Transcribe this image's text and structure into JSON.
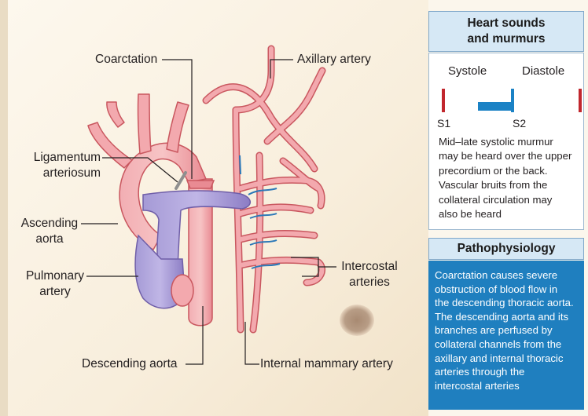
{
  "colors": {
    "aorta": "#ef9ea6",
    "aorta_stroke": "#c9575f",
    "pulmonary": "#9d8fd0",
    "pulmonary_stroke": "#6f5ea8",
    "flow_arrow": "#2b78b8",
    "panel_header_bg": "#d6e8f5",
    "panel_blue": "#1f7fbf",
    "heart_sound_mark": "#c1272d",
    "murmur": "#1b82c5",
    "skin": "#fbf6ec"
  },
  "labels": {
    "coarctation": "Coarctation",
    "axillary_artery": "Axillary artery",
    "ligamentum": [
      "Ligamentum",
      "arteriosum"
    ],
    "ascending_aorta": [
      "Ascending",
      "aorta"
    ],
    "pulmonary_artery": [
      "Pulmonary",
      "artery"
    ],
    "intercostal_arteries": [
      "Intercostal",
      "arteries"
    ],
    "descending_aorta": "Descending aorta",
    "internal_mammary_artery": "Internal mammary artery"
  },
  "panel": {
    "heart_sounds_title": [
      "Heart sounds",
      "and murmurs"
    ],
    "systole": "Systole",
    "diastole": "Diastole",
    "s1": "S1",
    "s2": "S2",
    "heart_sounds_text": [
      "Mid–late systolic murmur",
      "may be heard over the upper",
      "precordium or the back.",
      "Vascular bruits from the",
      "collateral circulation may",
      "also be heard"
    ],
    "pathophysiology_title": "Pathophysiology",
    "pathophysiology_text": [
      "Coarctation causes severe",
      "obstruction of blood flow in",
      "the descending thoracic aorta.",
      "The descending aorta and its",
      "branches are perfused by",
      "collateral channels from the",
      "axillary and internal thoracic",
      "arteries through the",
      "intercostal arteries"
    ]
  }
}
